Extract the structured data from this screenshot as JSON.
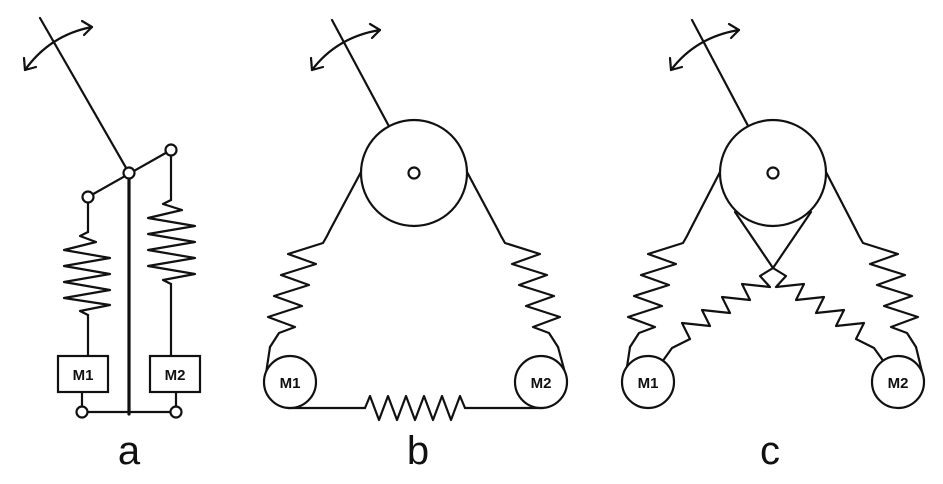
{
  "panels": [
    {
      "label": "a",
      "masses": [
        "M1",
        "M2"
      ]
    },
    {
      "label": "b",
      "masses": [
        "M1",
        "M2"
      ]
    },
    {
      "label": "c",
      "masses": [
        "M1",
        "M2"
      ]
    }
  ],
  "colors": {
    "ink": "#111111",
    "background": "#ffffff"
  }
}
